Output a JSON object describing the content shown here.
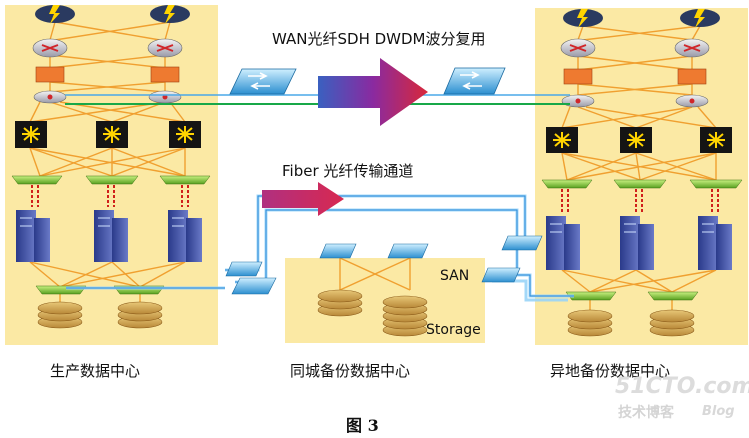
{
  "top_label": "WAN光纤SDH DWDM波分复用",
  "fiber_label": "Fiber 光纤传输通道",
  "san_label": "SAN",
  "storage_label": "Storage",
  "left_caption": "生产数据中心",
  "middle_caption": "同城备份数据中心",
  "right_caption": "异地备份数据中心",
  "figure_caption": "图 3",
  "watermark": {
    "domain": "51CTO.com",
    "tagline": "技术博客",
    "blog": "Blog"
  },
  "colors": {
    "site_bg": "#fbe9a4",
    "link_orange": "#f0a030",
    "fiber_blue": "#4aa8e8",
    "wan_green": "#18a848",
    "arrow_purple": "#7b2fa0",
    "arrow_red": "#d8283a"
  }
}
